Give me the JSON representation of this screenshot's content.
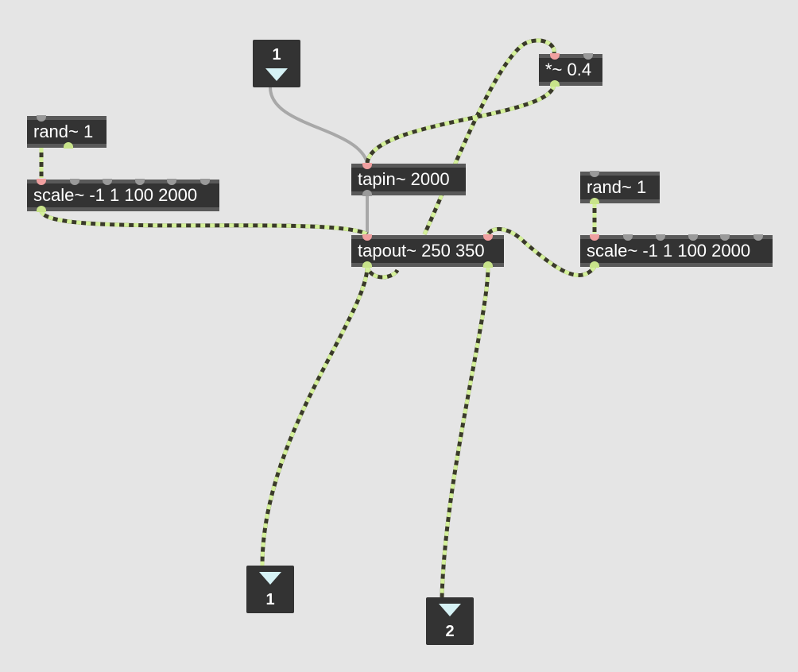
{
  "patch": {
    "objects": {
      "rand1": "rand~ 1",
      "scale1": "scale~ -1 1 100 2000",
      "tapin": "tapin~ 2000",
      "tapout": "tapout~ 250 350",
      "mult": "*~ 0.4",
      "rand2": "rand~ 1",
      "scale2": "scale~ -1 1 100 2000"
    },
    "inlet_label": "1",
    "outlet1_label": "1",
    "outlet2_label": "2"
  },
  "colors": {
    "background": "#e5e5e5",
    "object": "#333333",
    "signal_cord_light": "#d4f09a",
    "signal_cord_dark": "#3a3a2a",
    "control_cord": "#a8a8a8"
  }
}
